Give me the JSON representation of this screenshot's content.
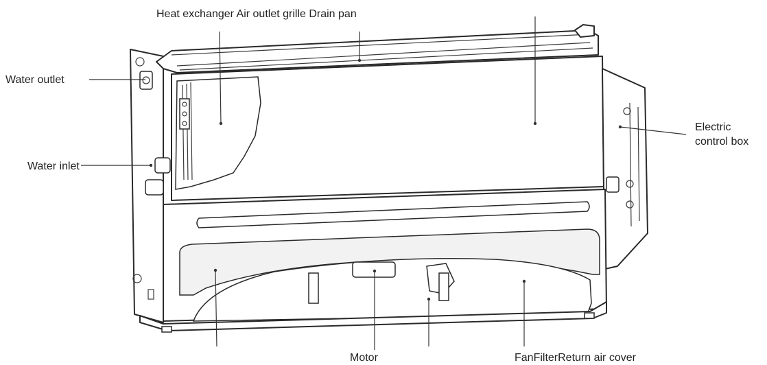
{
  "labels": {
    "top": "Heat exchanger Air outlet grille Drain pan",
    "water_outlet": "Water outlet",
    "water_inlet": "Water inlet",
    "electric_line1": "Electric",
    "electric_line2": "control box",
    "motor": "Motor",
    "bottom_right": "FanFilterReturn air cover"
  }
}
